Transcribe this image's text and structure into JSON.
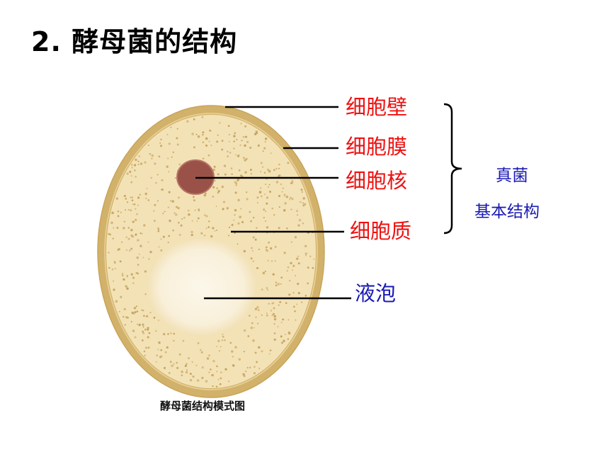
{
  "title": "2. 酵母菌的结构",
  "labels": {
    "cell_wall": "细胞壁",
    "cell_membrane": "细胞膜",
    "nucleus": "细胞核",
    "cytoplasm": "细胞质",
    "vacuole": "液泡"
  },
  "bracket_summary": {
    "line1": "真菌",
    "line2": "基本结构"
  },
  "caption": "酵母菌结构模式图",
  "colors": {
    "cell_wall": "#d2b26a",
    "cytoplasm": "#f3e2b6",
    "granule": "#c39e59",
    "nucleus": "#9a5248",
    "vacuole": "#faf3e2",
    "structure_label": "#ee1111",
    "other_label": "#1a1ab4"
  }
}
